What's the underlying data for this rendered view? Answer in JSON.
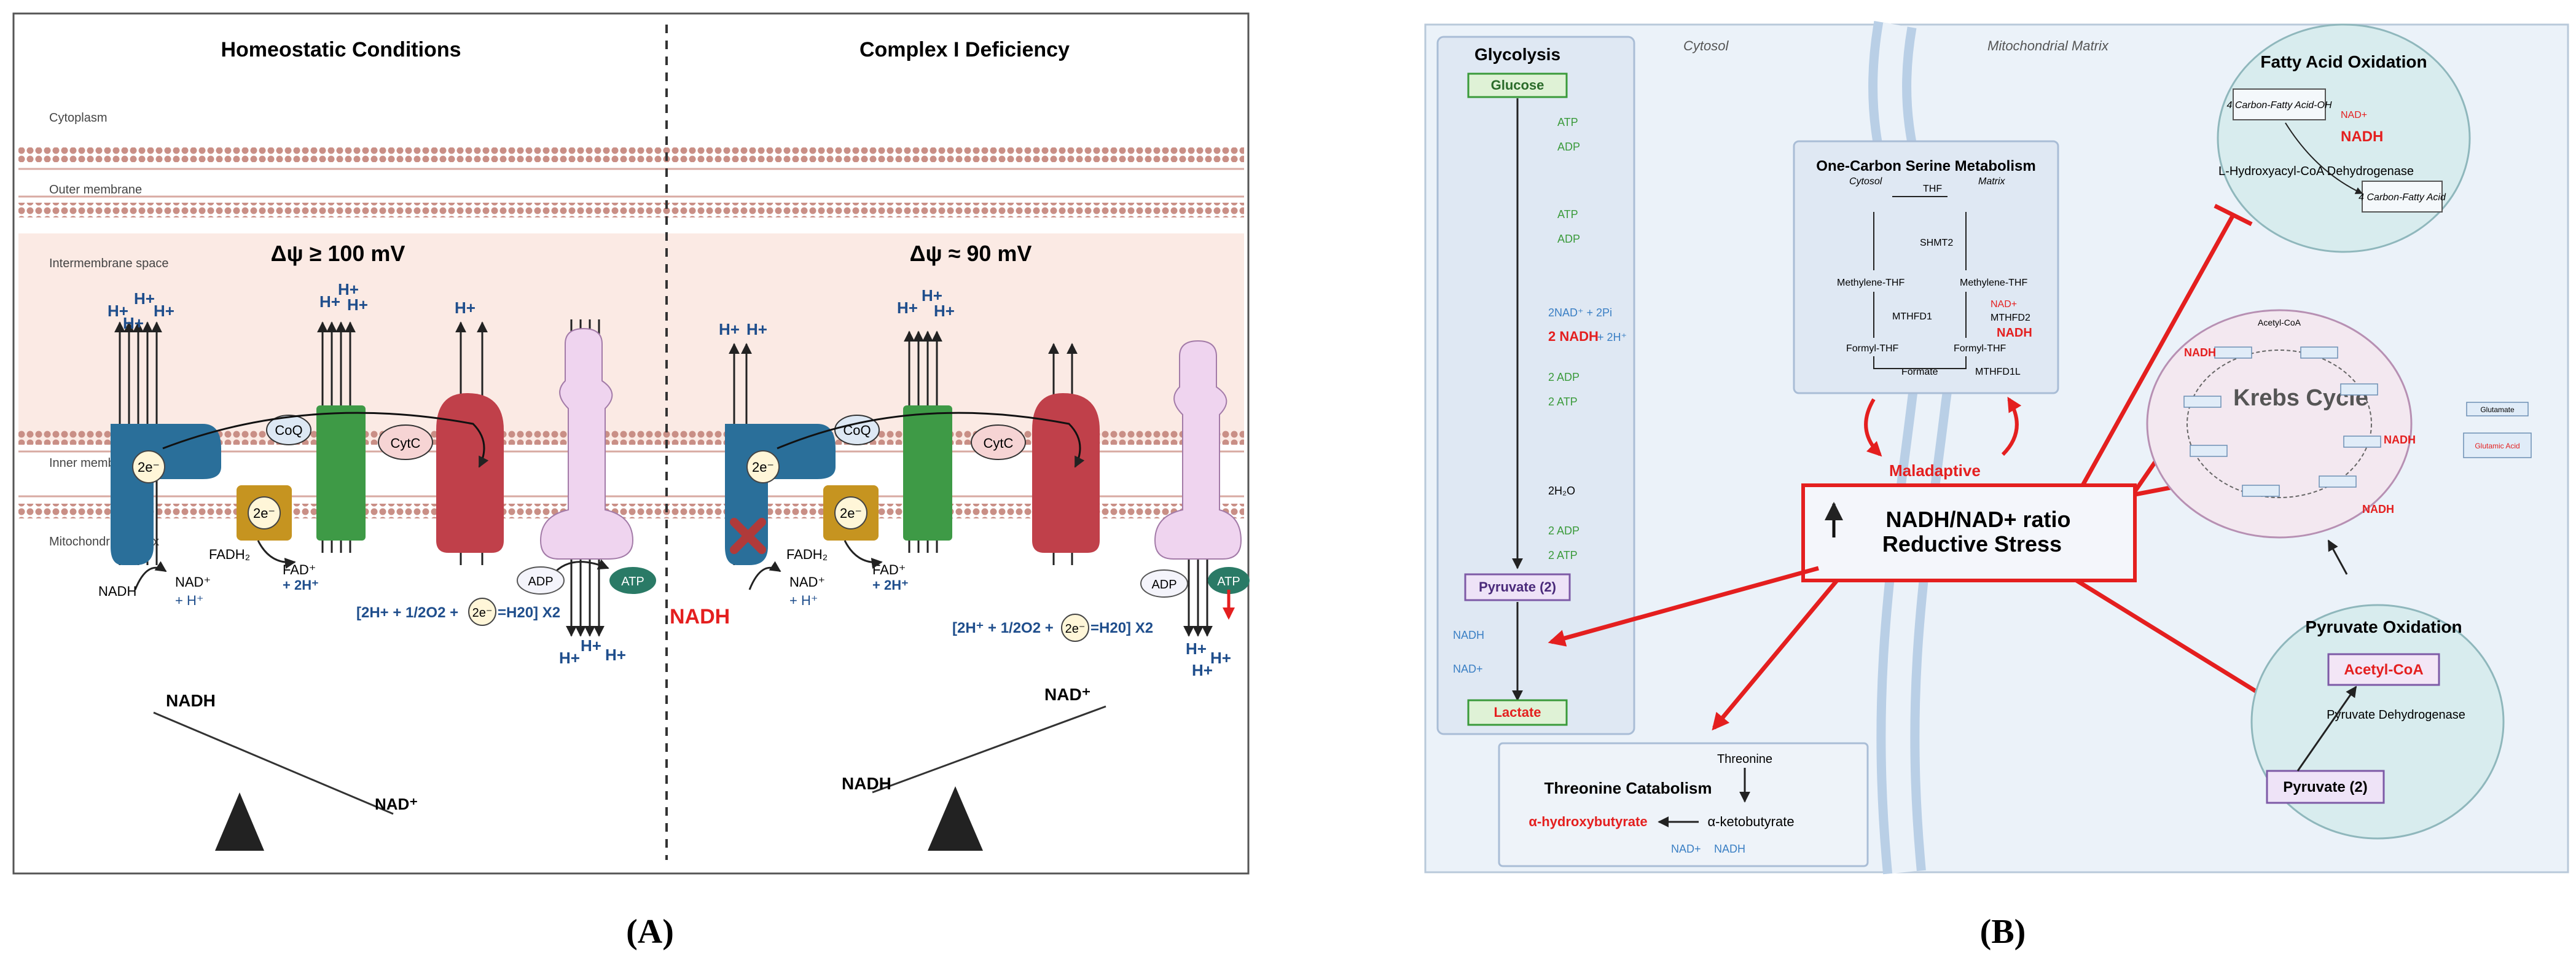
{
  "panel_a": {
    "label": "(A)",
    "titles": {
      "left": "Homeostatic Conditions",
      "right": "Complex I Deficiency"
    },
    "regions": {
      "cytoplasm": "Cytoplasm",
      "outer_membrane": "Outer membrane",
      "intermembrane_space": "Intermembrane space",
      "inner_membrane": "Inner membrane",
      "matrix": "Mitochondrial matrix"
    },
    "potential": {
      "left": "Δψ ≥ 100 mV",
      "right": "Δψ ≈ 90 mV"
    },
    "proton": "H+",
    "electron": "2e⁻",
    "coq": "CoQ",
    "cytc": "CytC",
    "nadh": "NADH",
    "nad_plus": "NAD⁺",
    "h_plus": "+ H⁺",
    "fadh2": "FADH₂",
    "fad_plus": "FAD⁺",
    "two_h": "+ 2H⁺",
    "water_eq_left": "[2H+ + 1/2O2 +",
    "water_eq_mid": "=H20] X2",
    "water_eq_right": "[2H⁺ + 1/2O2 +",
    "adp": "ADP",
    "atp": "ATP",
    "nadh_red": "NADH",
    "scale_left_top": "NADH",
    "scale_left_bottom": "NAD⁺",
    "scale_right_top": "NAD⁺",
    "scale_right_bottom": "NADH"
  },
  "panel_b": {
    "label": "(B)",
    "glycolysis": {
      "title": "Glycolysis",
      "glucose": "Glucose",
      "atp": "ATP",
      "adp": "ADP",
      "nad_2": "2NAD⁺ + 2Pi",
      "nadh_2": "2 NADH",
      "h2": "+ 2H⁺",
      "adp_2": "2 ADP",
      "atp_2": "2 ATP",
      "h2o": "2H₂O",
      "pyruvate": "Pyruvate (2)",
      "nadh": "NADH",
      "nad": "NAD+",
      "lactate": "Lactate"
    },
    "compartments": {
      "cytosol": "Cytosol",
      "matrix": "Mitochondrial Matrix"
    },
    "one_carbon": {
      "title": "One-Carbon Serine Metabolism",
      "cytosol": "Cytosol",
      "matrix": "Matrix",
      "thf": "THF",
      "shmt2": "SHMT2",
      "methylene_left": "Methylene-THF",
      "methylene_right": "Methylene-THF",
      "mthfd1": "MTHFD1",
      "nad": "NAD+",
      "mthfd2": "MTHFD2",
      "nadh": "NADH",
      "formyl_left": "Formyl-THF",
      "formyl_right": "Formyl-THF",
      "formate": "Formate",
      "mthfd1l": "MTHFD1L"
    },
    "maladaptive": "Maladaptive",
    "ratio_line1": "NADH/NAD+ ratio",
    "ratio_line2": "Reductive Stress",
    "threonine": {
      "title": "Threonine Catabolism",
      "threonine": "Threonine",
      "hydroxy": "α-hydroxybutyrate",
      "keto": "α-ketobutyrate",
      "nad": "NAD+",
      "nadh": "NADH"
    },
    "fatty_acid": {
      "title": "Fatty Acid Oxidation",
      "substrate": "4 Carbon-Fatty Acid-OH",
      "nad": "NAD+",
      "nadh": "NADH",
      "enzyme": "L-Hydroxyacyl-CoA Dehydrogenase",
      "product": "4 Carbon-Fatty Acid"
    },
    "krebs": {
      "title": "Krebs Cycle",
      "acetyl": "Acetyl-CoA",
      "nadh": "NADH",
      "glutamate": "Glutamate",
      "glutamic": "Glutamic Acid"
    },
    "pyruvate_ox": {
      "title": "Pyruvate Oxidation",
      "acetyl": "Acetyl-CoA",
      "enzyme": "Pyruvate Dehydrogenase",
      "pyruvate": "Pyruvate (2)"
    }
  },
  "colors": {
    "membrane": "#c98f86",
    "intermembrane": "#fbeae4",
    "complex1": "#2a6f9a",
    "complex3": "#3e9a46",
    "complex4": "#c0404a",
    "atp_synthase": "#efd4ef",
    "complex2": "#c69420",
    "red": "#e41f1f",
    "panel_b_bg": "#ebf2f9",
    "teal_circle": "#d8ecee"
  }
}
